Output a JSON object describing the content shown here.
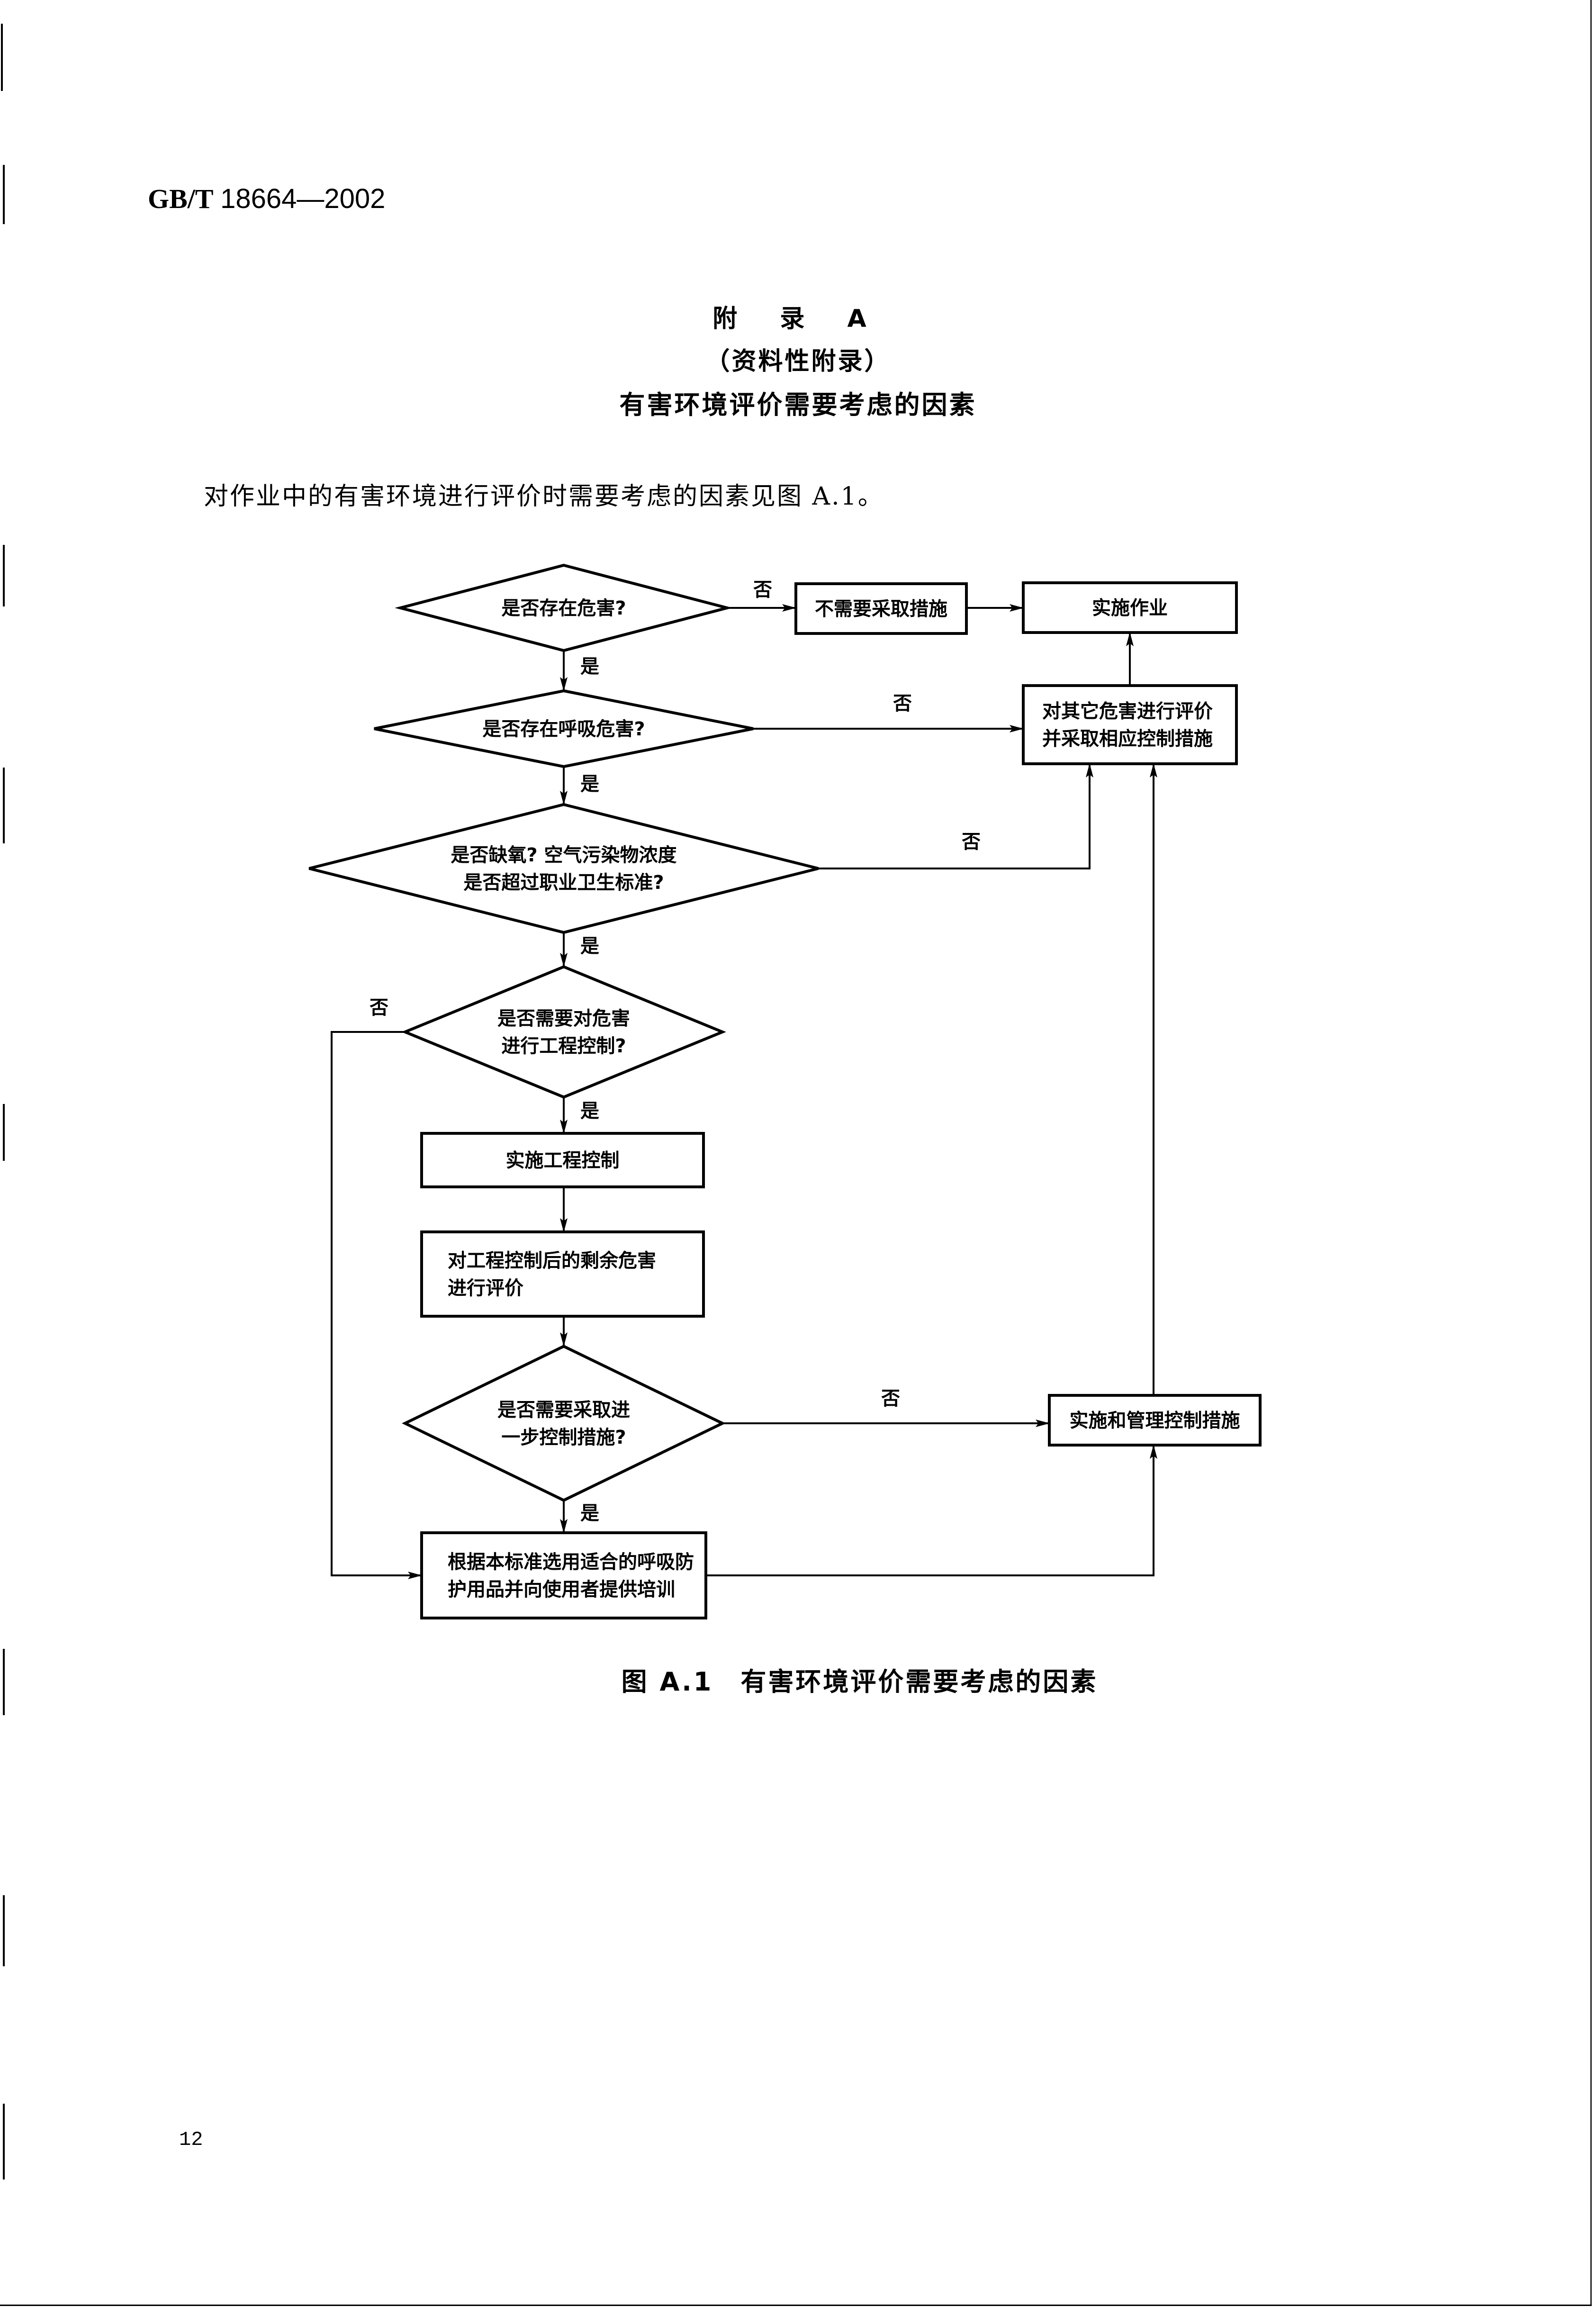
{
  "document": {
    "standard_code_prefix": "GB/T",
    "standard_code_number": "18664—2002",
    "appendix_title": "附 录 A",
    "appendix_type": "（资料性附录）",
    "appendix_subject": "有害环境评价需要考虑的因素",
    "intro_paragraph": "对作业中的有害环境进行评价时需要考虑的因素见图 A.1。",
    "figure_caption": "图 A.1　有害环境评价需要考虑的因素",
    "page_number": "12"
  },
  "flowchart": {
    "nodes": [
      {
        "id": "d1",
        "type": "decision",
        "lines": [
          "是否存在危害?"
        ]
      },
      {
        "id": "b_no_action",
        "type": "process",
        "lines": [
          "不需要采取措施"
        ]
      },
      {
        "id": "b_work",
        "type": "process",
        "lines": [
          "实施作业"
        ]
      },
      {
        "id": "d2",
        "type": "decision",
        "lines": [
          "是否存在呼吸危害?"
        ]
      },
      {
        "id": "b_other",
        "type": "process",
        "lines": [
          "对其它危害进行评价",
          "并采取相应控制措施"
        ]
      },
      {
        "id": "d3",
        "type": "decision",
        "lines": [
          "是否缺氧? 空气污染物浓度",
          "是否超过职业卫生标准?"
        ]
      },
      {
        "id": "d4",
        "type": "decision",
        "lines": [
          "是否需要对危害",
          "进行工程控制?"
        ]
      },
      {
        "id": "b_eng",
        "type": "process",
        "lines": [
          "实施工程控制"
        ]
      },
      {
        "id": "b_residual",
        "type": "process",
        "lines": [
          "对工程控制后的剩余危害",
          "进行评价"
        ]
      },
      {
        "id": "d5",
        "type": "decision",
        "lines": [
          "是否需要采取进",
          "一步控制措施?"
        ]
      },
      {
        "id": "b_mgmt",
        "type": "process",
        "lines": [
          "实施和管理控制措施"
        ]
      },
      {
        "id": "b_ppe",
        "type": "process",
        "lines": [
          "根据本标准选用适合的呼吸防",
          "护用品并向使用者提供培训"
        ]
      }
    ],
    "edges": [
      {
        "from": "d1",
        "to": "b_no_action",
        "label": "否"
      },
      {
        "from": "b_no_action",
        "to": "b_work",
        "label": ""
      },
      {
        "from": "d1",
        "to": "d2",
        "label": "是"
      },
      {
        "from": "d2",
        "to": "b_other",
        "label": "否"
      },
      {
        "from": "b_other",
        "to": "b_work",
        "label": ""
      },
      {
        "from": "d2",
        "to": "d3",
        "label": "是"
      },
      {
        "from": "d3",
        "to": "b_other",
        "label": "否"
      },
      {
        "from": "d3",
        "to": "d4",
        "label": "是"
      },
      {
        "from": "d4",
        "to": "b_ppe",
        "label": "否"
      },
      {
        "from": "d4",
        "to": "b_eng",
        "label": "是"
      },
      {
        "from": "b_eng",
        "to": "b_residual",
        "label": ""
      },
      {
        "from": "b_residual",
        "to": "d5",
        "label": ""
      },
      {
        "from": "d5",
        "to": "b_mgmt",
        "label": "否"
      },
      {
        "from": "d5",
        "to": "b_ppe",
        "label": "是"
      },
      {
        "from": "b_mgmt",
        "to": "b_other",
        "label": ""
      },
      {
        "from": "b_ppe",
        "to": "b_mgmt",
        "label": ""
      }
    ]
  }
}
